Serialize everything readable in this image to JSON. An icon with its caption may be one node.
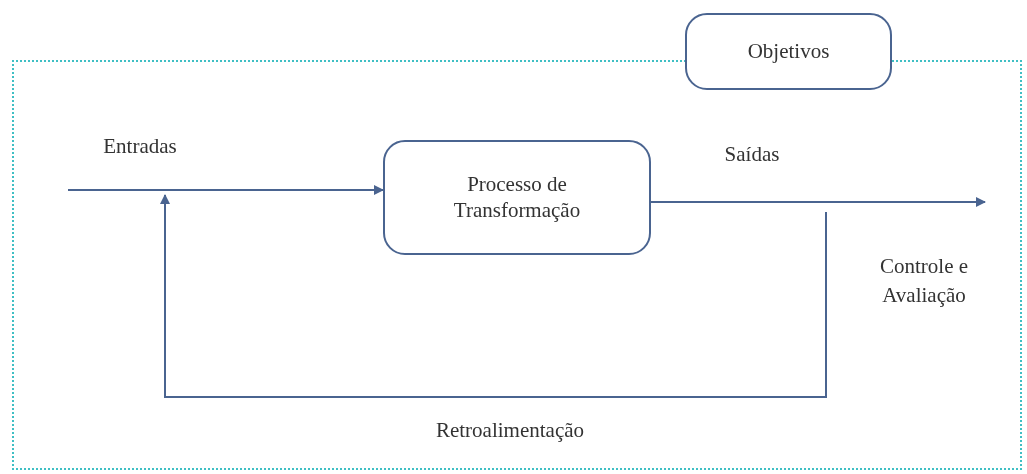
{
  "diagram": {
    "nodes": [
      {
        "text": [],
        "shape": "box"
      },
      {
        "text": [
          "Objetivos"
        ]
      },
      {
        "text": [
          "Processo de Transformação"
        ],
        "in": 0
      },
      {
        "text": [
          "Controle e Avaliação"
        ],
        "in": 0
      }
    ],
    "edges": [
      {
        "from": null,
        "to": 2,
        "arrow": "to",
        "label": "Entradas"
      },
      {
        "from": 2,
        "to": null,
        "arrow": "to",
        "label": "Saídas"
      },
      {
        "from": 3,
        "to": null,
        "arrow": "to",
        "label": "Retroalimentação"
      }
    ]
  }
}
